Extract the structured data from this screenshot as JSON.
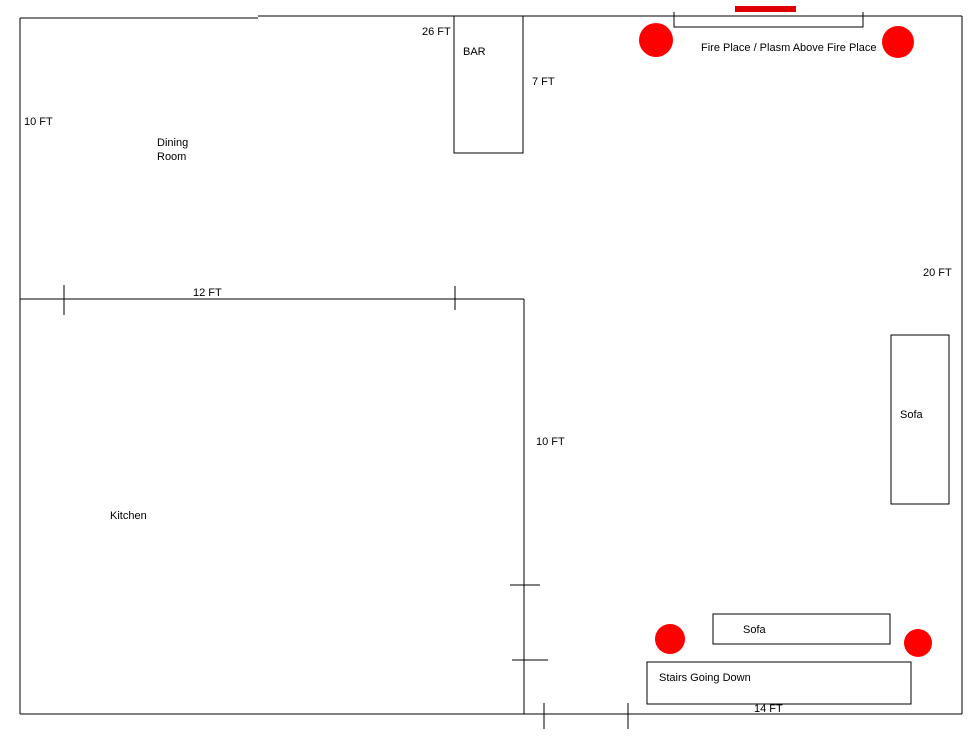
{
  "colors": {
    "line": "#000000",
    "speaker": "#ff0000",
    "tv": "#e00000",
    "background": "#ffffff"
  },
  "labels": {
    "overall_width": "26 FT",
    "bar": "BAR",
    "bar_length": "7 FT",
    "dining_depth": "10 FT",
    "dining_room_line1": "Dining",
    "dining_room_line2": "Room",
    "fireplace": "Fire Place / Plasm Above Fire Place",
    "living_depth": "20 FT",
    "dining_width": "12 FT",
    "kitchen_depth": "10 FT",
    "kitchen": "Kitchen",
    "sofa_side": "Sofa",
    "sofa_bottom": "Sofa",
    "stairs": "Stairs Going Down",
    "living_width": "14 FT"
  }
}
